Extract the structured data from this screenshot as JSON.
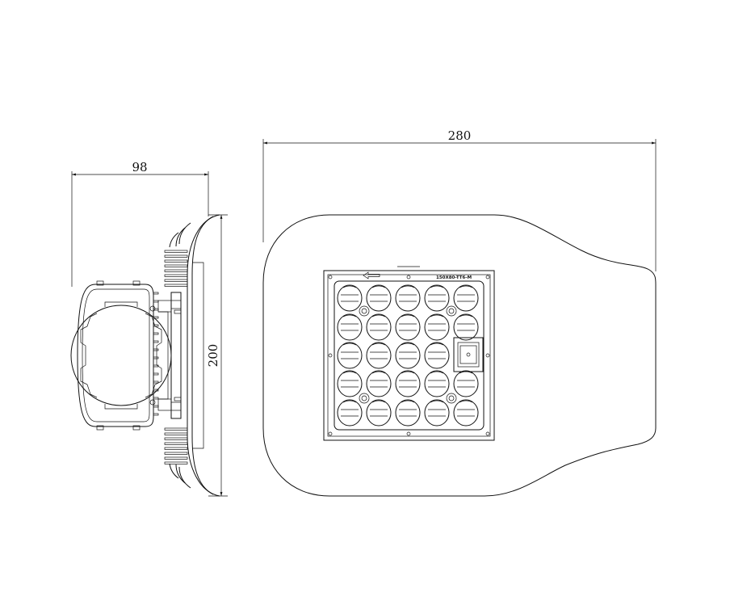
{
  "dimensions": {
    "side_width": "98",
    "side_height": "200",
    "top_width": "280"
  },
  "module_label": "150X80-TT6-M",
  "colors": {
    "line": "#111111",
    "background": "#ffffff"
  }
}
